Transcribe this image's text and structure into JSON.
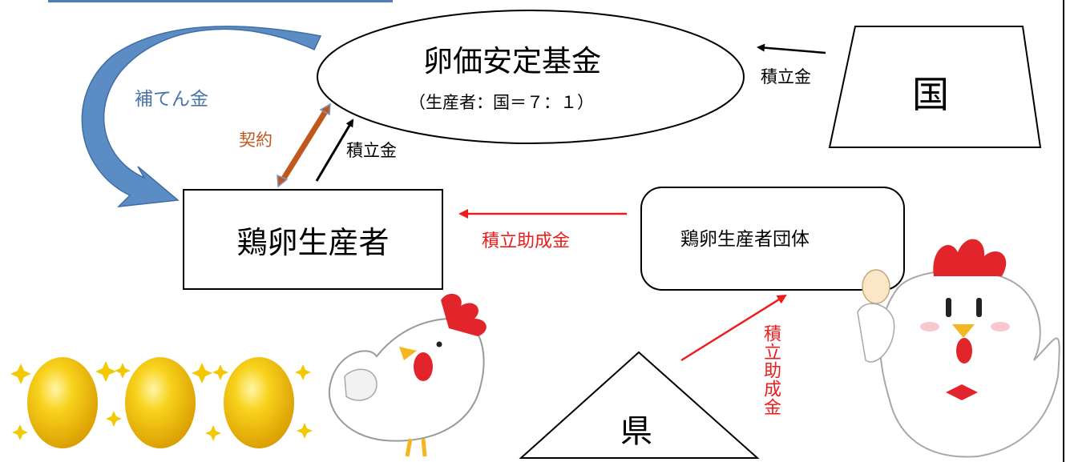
{
  "fund": {
    "title": "卵価安定基金",
    "ratio": "（生産者：国＝７：１）"
  },
  "country": {
    "label": "国"
  },
  "producer": {
    "label": "鶏卵生産者"
  },
  "group": {
    "label": "鶏卵生産者団体"
  },
  "prefecture": {
    "label": "県"
  },
  "arrows": {
    "country_to_fund": "積立金",
    "producer_to_fund": "積立金",
    "contract": "契約",
    "compensation": "補てん金",
    "group_to_producer": "積立助成金",
    "pref_to_group": "積立助成金"
  },
  "colors": {
    "black": "#000000",
    "red": "#ee1c1c",
    "contract_orange": "#c0581e",
    "compensation_blue": "#5b8dc4",
    "label_blue": "#4a74a8"
  },
  "illustrations": [
    "golden-egg-icon",
    "sparkle-icon",
    "chicken-icon",
    "rooster-holding-egg-icon"
  ]
}
